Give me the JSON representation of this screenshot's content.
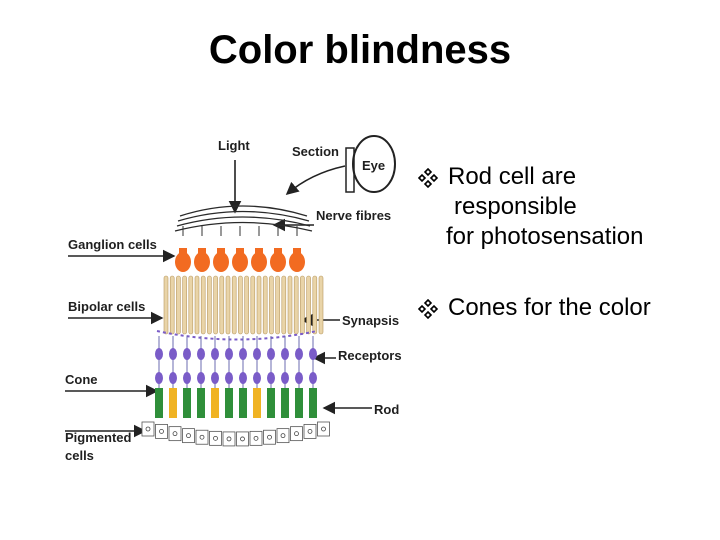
{
  "slide": {
    "title": "Color blindness",
    "bullet_icon": "diamond-4-dots-icon",
    "bullets": [
      {
        "lines": [
          "Rod cell are",
          "responsible",
          "for photosensation"
        ]
      },
      {
        "lines": [
          "Cones for the color"
        ]
      }
    ]
  },
  "figure": {
    "labels": {
      "light": "Light",
      "section": "Section",
      "eye": "Eye",
      "nerve_fibres": "Nerve fibres",
      "ganglion_cells": "Ganglion cells",
      "bipolar_cells": "Bipolar cells",
      "synapsis": "Synapsis",
      "receptors": "Receptors",
      "cone": "Cone",
      "rod": "Rod",
      "pigmented_cells_1": "Pigmented",
      "pigmented_cells_2": "cells"
    },
    "colors": {
      "ganglion": "#f26b21",
      "bipolar": "#e9d4a8",
      "receptor": "#7a5cc8",
      "cone": "#f0b323",
      "rod": "#2f8f3a",
      "arrow": "#222222"
    }
  }
}
